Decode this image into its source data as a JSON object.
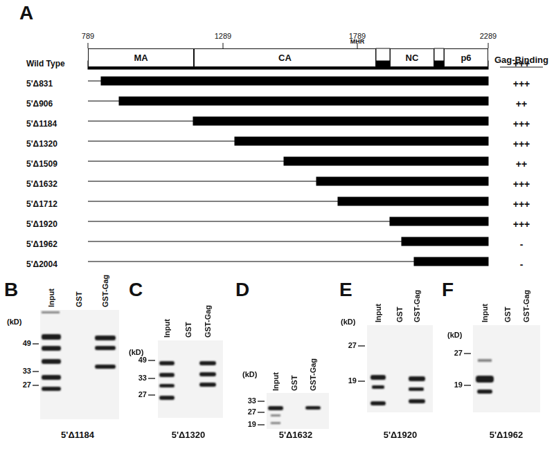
{
  "diagram": {
    "nodes": [
      {
        "text": [
          "MA"
        ]
      },
      {
        "text": [
          "CA"
        ]
      },
      {
        "text": [
          "NC"
        ]
      },
      {
        "text": [
          "p6"
        ]
      }
    ],
    "labels": [
      "A",
      "789",
      "1289",
      "1789",
      "2289",
      "MHR",
      "Gag-Binding",
      "Wild Type",
      "+++",
      "5'Δ831",
      "+++",
      "5'Δ906",
      "++",
      "5'Δ1184",
      "+++",
      "5'Δ1320",
      "+++",
      "5'Δ1509",
      "++",
      "5'Δ1632",
      "+++",
      "5'Δ1712",
      "+++",
      "5'Δ1920",
      "+++",
      "5'Δ1962",
      "-",
      "5'Δ2004",
      "-",
      "B",
      "Input",
      "GST",
      "GST-Gag",
      "(kD)",
      "49",
      "33",
      "27",
      "5'Δ1184",
      "C",
      "Input",
      "GST",
      "GST-Gag",
      "(kD)",
      "49",
      "33",
      "27",
      "5'Δ1320",
      "D",
      "Input",
      "GST",
      "GST-Gag",
      "(kD)",
      "33",
      "27",
      "19",
      "5'Δ1632",
      "E",
      "Input",
      "GST",
      "GST-Gag",
      "(kD)",
      "27",
      "19",
      "5'Δ1920",
      "F",
      "Input",
      "GST",
      "GST-Gag",
      "(kD)",
      "27",
      "19",
      "5'Δ1962"
    ]
  }
}
